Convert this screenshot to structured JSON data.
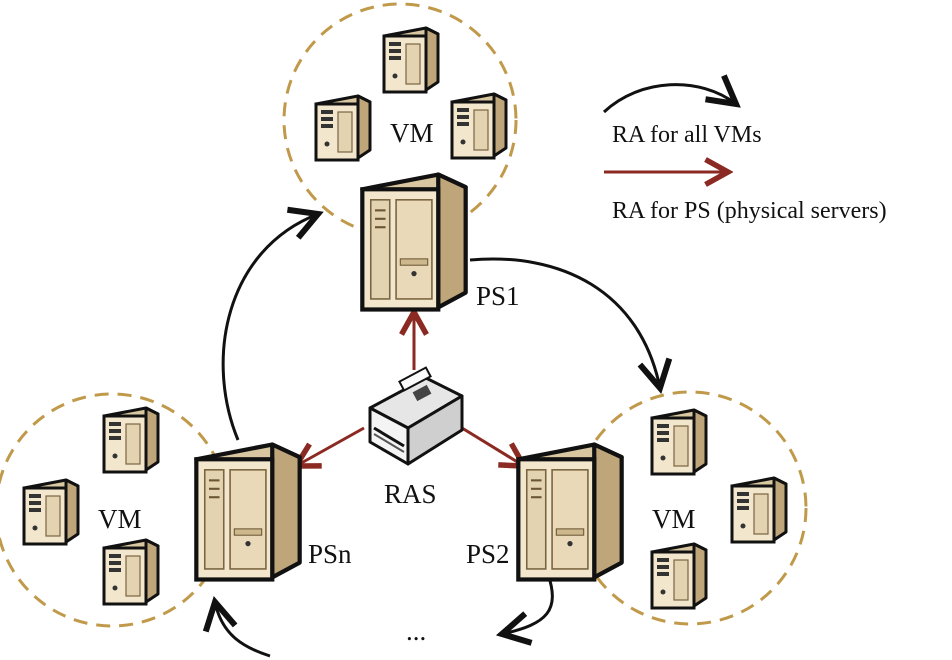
{
  "legend": {
    "ra_all_vms": "RA for all VMs",
    "ra_ps": "RA for PS (physical servers)"
  },
  "nodes": {
    "ps1": "PS1",
    "ps2": "PS2",
    "psn": "PSn",
    "ras": "RAS",
    "vm_label": "VM",
    "ellipsis": "..."
  },
  "colors": {
    "black_arrow": "#111111",
    "red_arrow": "#8b2a22",
    "cluster_ring": "#c09a4a",
    "server_body": "#efe3c8",
    "server_shadow": "#c9b48a"
  }
}
